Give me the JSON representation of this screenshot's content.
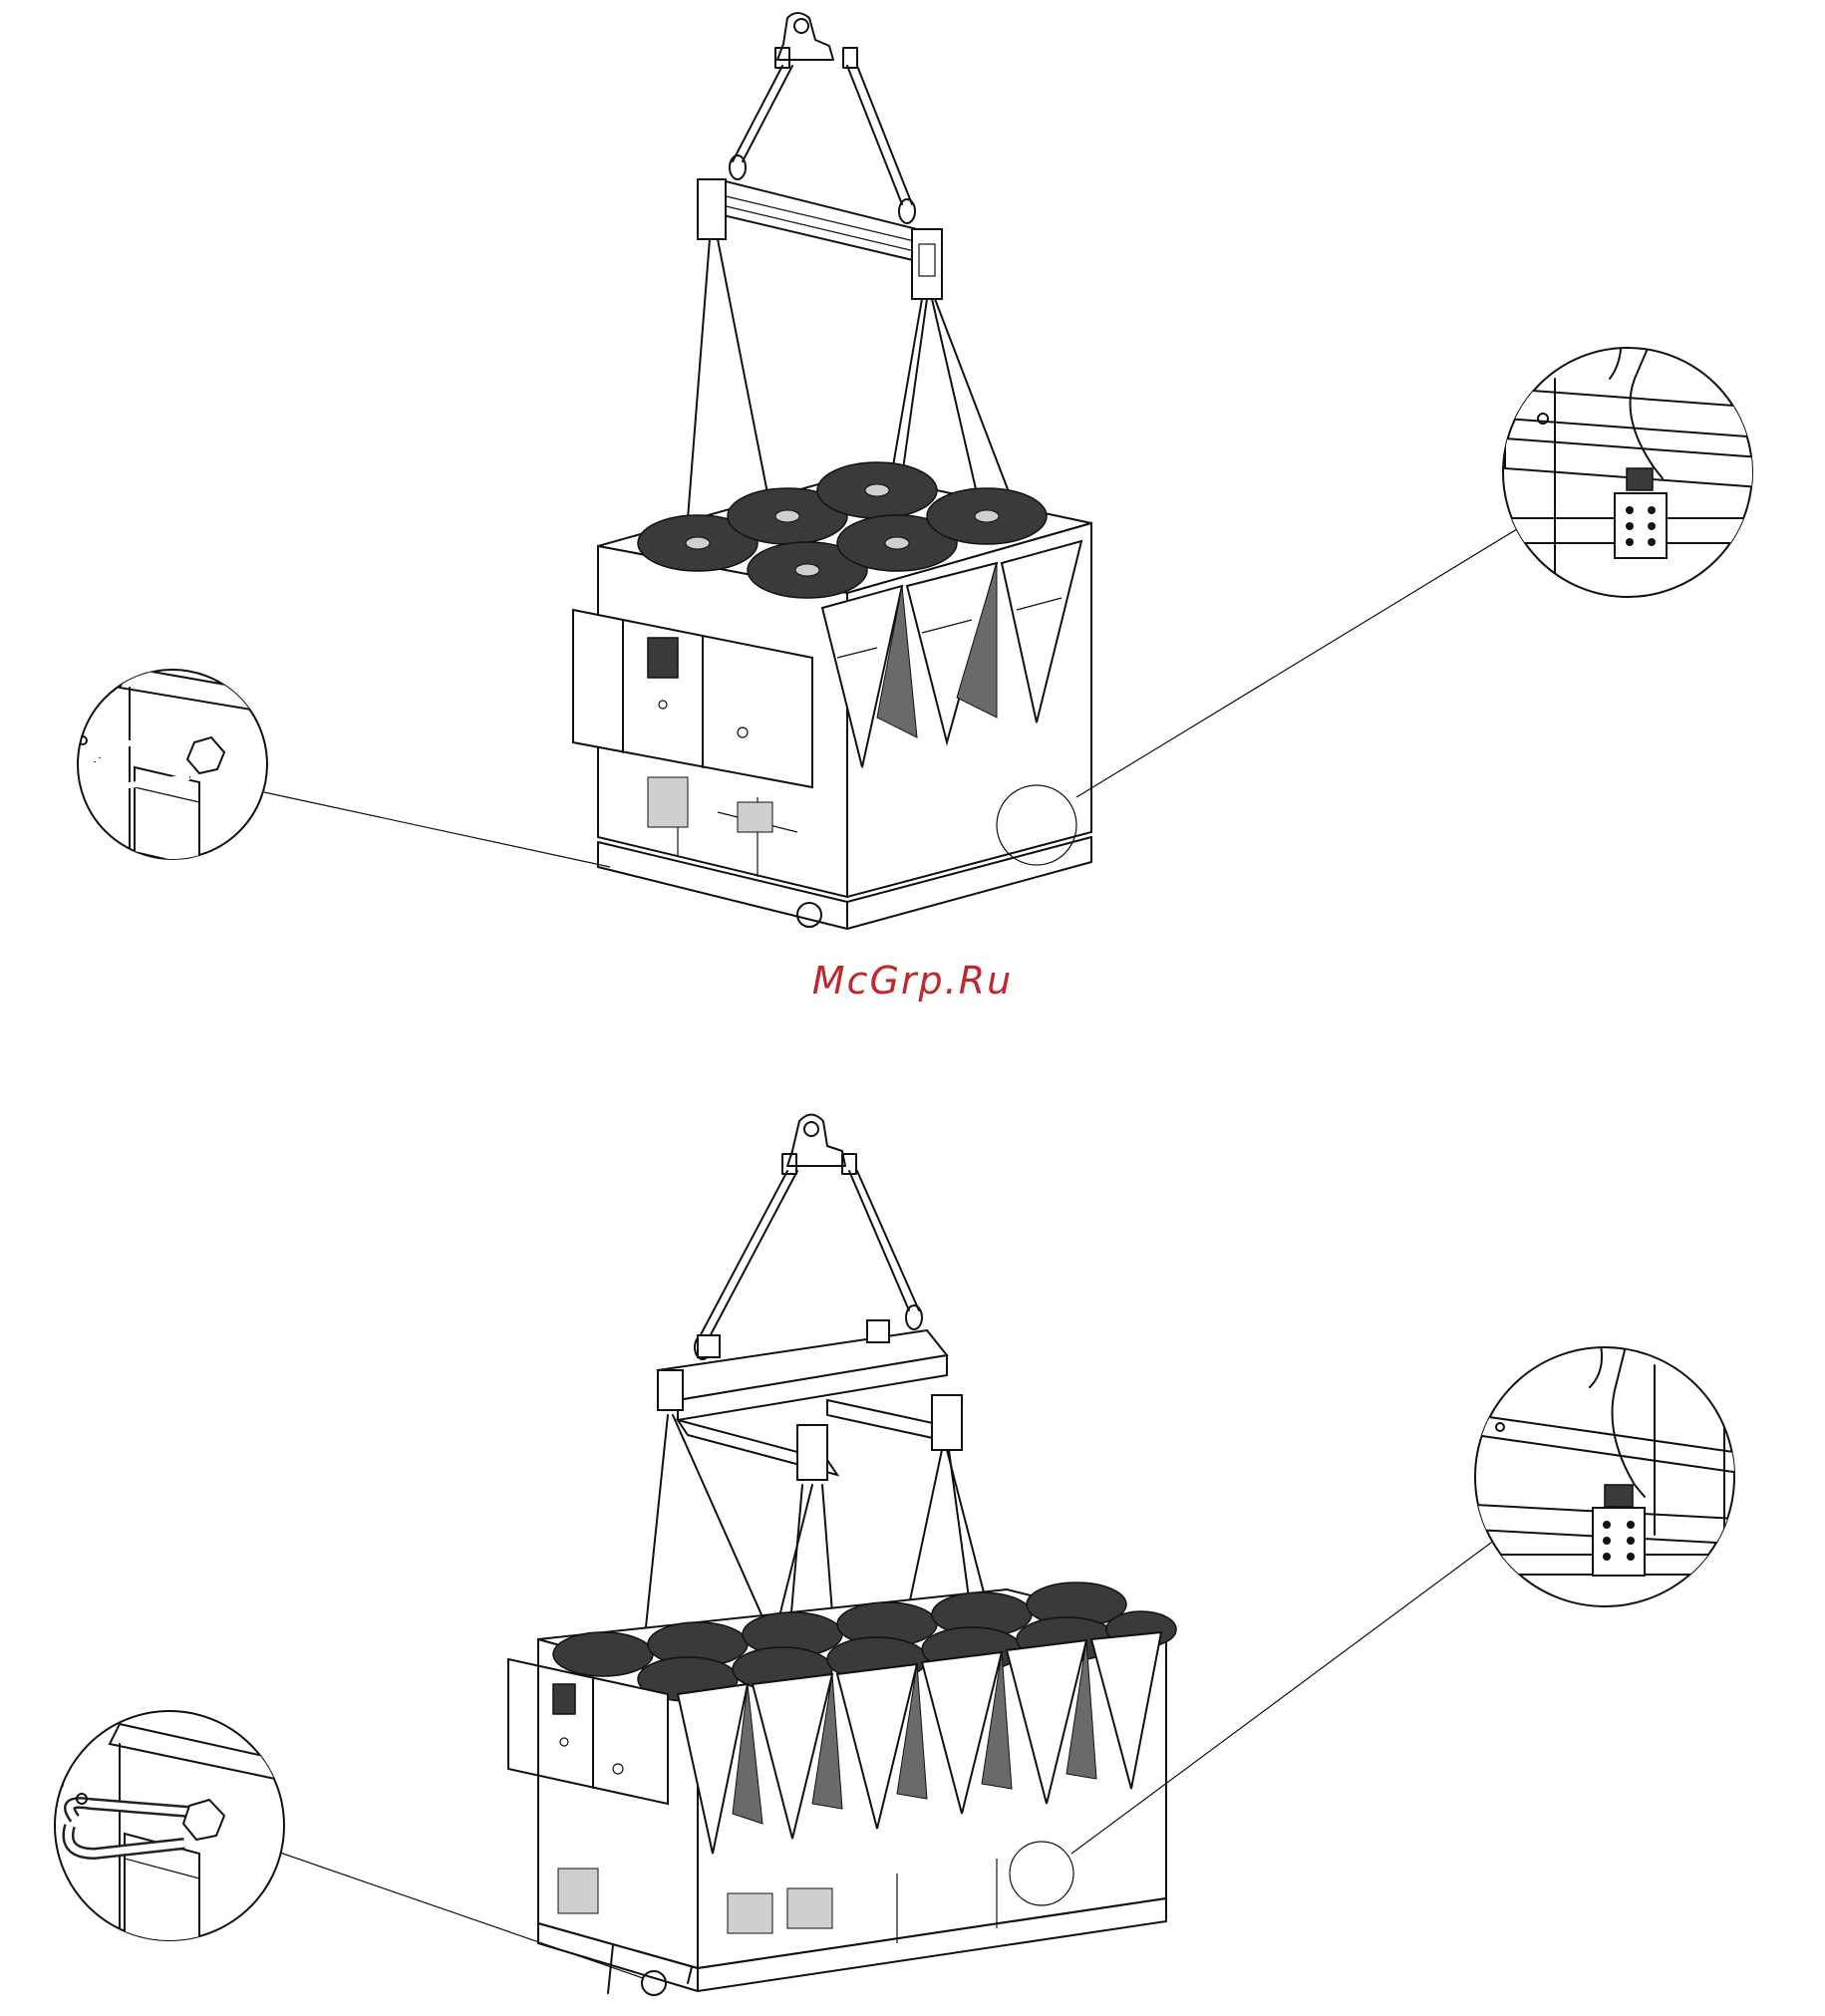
{
  "watermark": {
    "text": "McGrp.Ru",
    "color": "#c0282d"
  },
  "illustrations": [
    {
      "name": "lifting-unit-4-fans",
      "callouts": [
        "shackle-detail",
        "hook-lug-detail"
      ]
    },
    {
      "name": "lifting-unit-12-fans",
      "callouts": [
        "shackle-detail",
        "hook-lug-detail"
      ]
    }
  ],
  "colors": {
    "line": "#111111",
    "fan": "#3a3a3a",
    "background": "#ffffff"
  }
}
